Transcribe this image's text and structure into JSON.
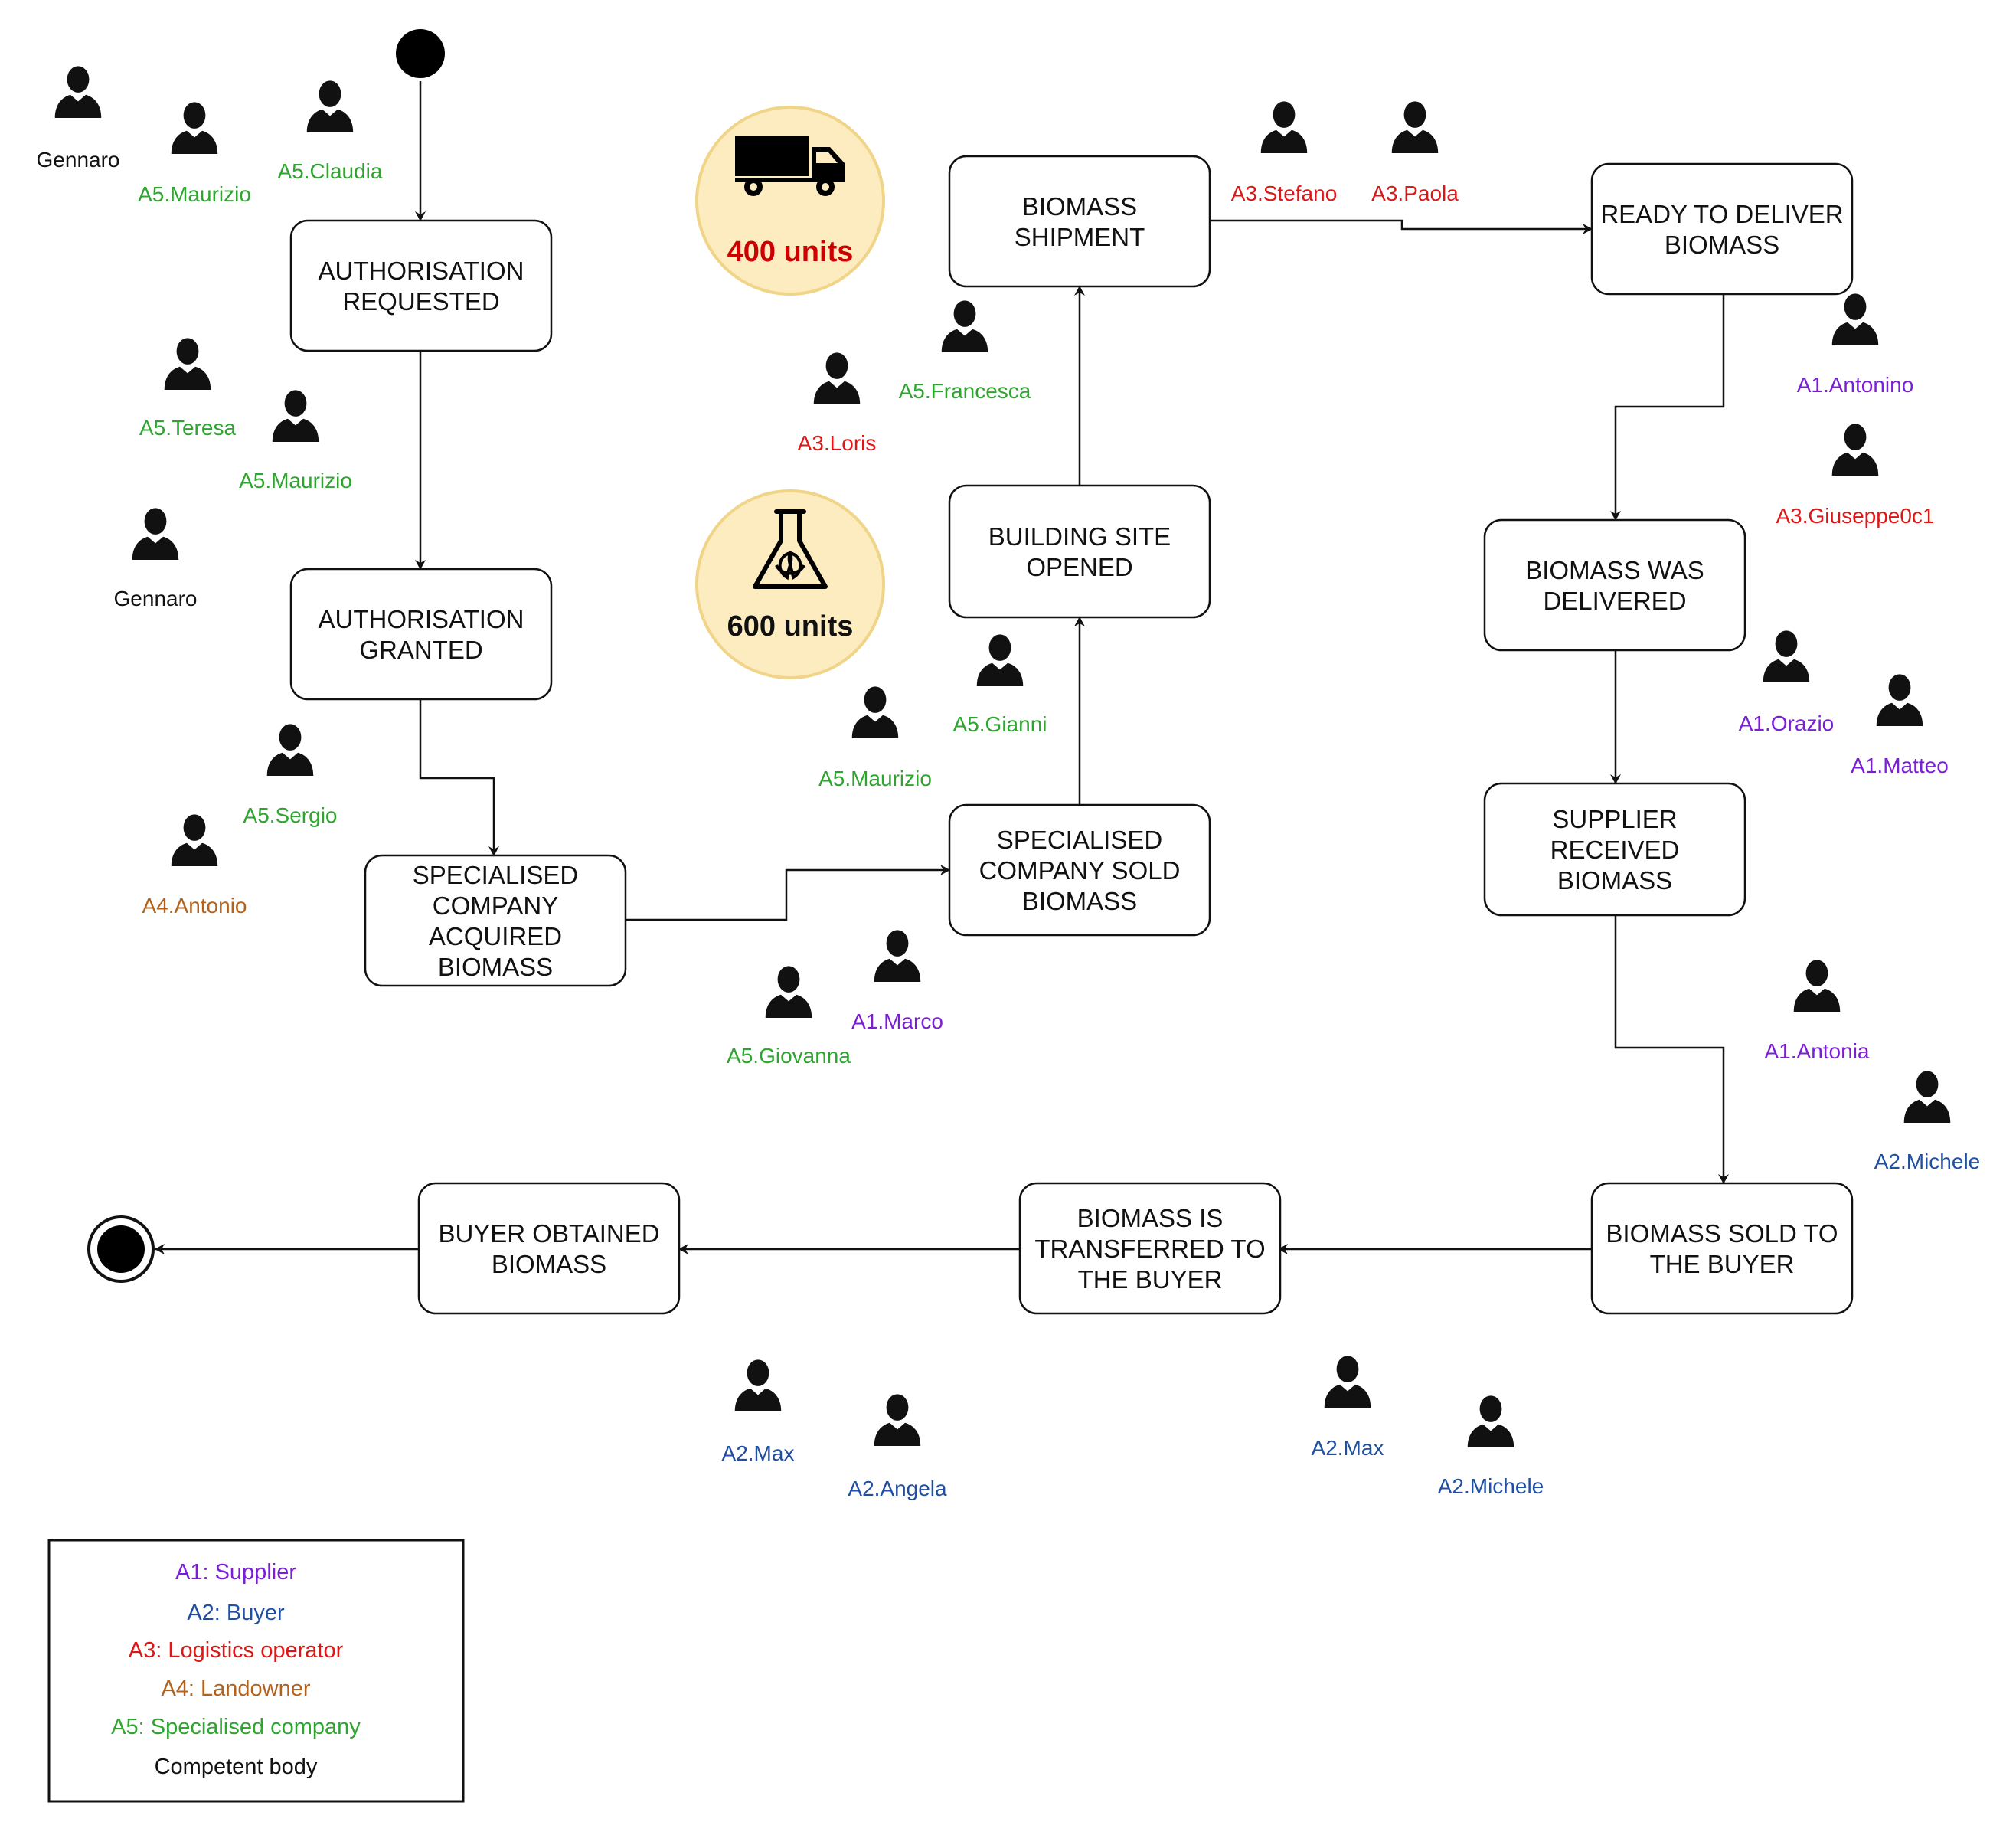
{
  "colors": {
    "A1": "#7a1fd6",
    "A2": "#1f4fa3",
    "A3": "#dd1616",
    "A4": "#b3621c",
    "A5": "#2ea52e",
    "CB": "#111111",
    "badge_fill": "#fdecc0",
    "badge_stroke": "#f0d488"
  },
  "states": [
    {
      "id": "authorisation-requested",
      "lines": [
        "AUTHORISATION",
        "REQUESTED"
      ]
    },
    {
      "id": "authorisation-granted",
      "lines": [
        "AUTHORISATION",
        "GRANTED"
      ]
    },
    {
      "id": "specialised-company-acquired-biomass",
      "lines": [
        "SPECIALISED",
        "COMPANY",
        "ACQUIRED",
        "BIOMASS"
      ]
    },
    {
      "id": "specialised-company-sold-biomass",
      "lines": [
        "SPECIALISED",
        "COMPANY SOLD",
        "BIOMASS"
      ]
    },
    {
      "id": "building-site-opened",
      "lines": [
        "BUILDING SITE",
        "OPENED"
      ]
    },
    {
      "id": "biomass-shipment",
      "lines": [
        "BIOMASS",
        "SHIPMENT"
      ]
    },
    {
      "id": "ready-to-deliver-biomass",
      "lines": [
        "READY TO DELIVER",
        "BIOMASS"
      ]
    },
    {
      "id": "biomass-was-delivered",
      "lines": [
        "BIOMASS WAS",
        "DELIVERED"
      ]
    },
    {
      "id": "supplier-received-biomass",
      "lines": [
        "SUPPLIER",
        "RECEIVED",
        "BIOMASS"
      ]
    },
    {
      "id": "biomass-sold-to-the-buyer",
      "lines": [
        "BIOMASS SOLD TO",
        "THE BUYER"
      ]
    },
    {
      "id": "biomass-is-transferred-to-the-buyer",
      "lines": [
        "BIOMASS IS",
        "TRANSFERRED TO",
        "THE BUYER"
      ]
    },
    {
      "id": "buyer-obtained-biomass",
      "lines": [
        "BUYER OBTAINED",
        "BIOMASS"
      ]
    }
  ],
  "actors": [
    {
      "label": "Gennaro",
      "role": "CB"
    },
    {
      "label": "A5.Maurizio",
      "role": "A5"
    },
    {
      "label": "A5.Claudia",
      "role": "A5"
    },
    {
      "label": "A5.Teresa",
      "role": "A5"
    },
    {
      "label": "A5.Maurizio",
      "role": "A5"
    },
    {
      "label": "Gennaro",
      "role": "CB"
    },
    {
      "label": "A5.Sergio",
      "role": "A5"
    },
    {
      "label": "A4.Antonio",
      "role": "A4"
    },
    {
      "label": "A5.Giovanna",
      "role": "A5"
    },
    {
      "label": "A1.Marco",
      "role": "A1"
    },
    {
      "label": "A5.Maurizio",
      "role": "A5"
    },
    {
      "label": "A5.Gianni",
      "role": "A5"
    },
    {
      "label": "A3.Loris",
      "role": "A3"
    },
    {
      "label": "A5.Francesca",
      "role": "A5"
    },
    {
      "label": "A3.Stefano",
      "role": "A3"
    },
    {
      "label": "A3.Paola",
      "role": "A3"
    },
    {
      "label": "A1.Antonino",
      "role": "A1"
    },
    {
      "label": "A3.Giuseppe0c1",
      "role": "A3"
    },
    {
      "label": "A1.Orazio",
      "role": "A1"
    },
    {
      "label": "A1.Matteo",
      "role": "A1"
    },
    {
      "label": "A1.Antonia",
      "role": "A1"
    },
    {
      "label": "A2.Michele",
      "role": "A2"
    },
    {
      "label": "A2.Max",
      "role": "A2"
    },
    {
      "label": "A2.Michele",
      "role": "A2"
    },
    {
      "label": "A2.Max",
      "role": "A2"
    },
    {
      "label": "A2.Angela",
      "role": "A2"
    }
  ],
  "badges": [
    {
      "id": "truck",
      "icon": "truck-icon",
      "label": "400 units",
      "color": "#cc0000"
    },
    {
      "id": "flask",
      "icon": "flask-leaf-icon",
      "label": "600 units",
      "color": "#111111"
    }
  ],
  "legend": [
    {
      "text": "A1: Supplier",
      "role": "A1"
    },
    {
      "text": "A2: Buyer",
      "role": "A2"
    },
    {
      "text": "A3: Logistics operator",
      "role": "A3"
    },
    {
      "text": "A4: Landowner",
      "role": "A4"
    },
    {
      "text": "A5: Specialised company",
      "role": "A5"
    },
    {
      "text": "Competent body",
      "role": "CB"
    }
  ]
}
